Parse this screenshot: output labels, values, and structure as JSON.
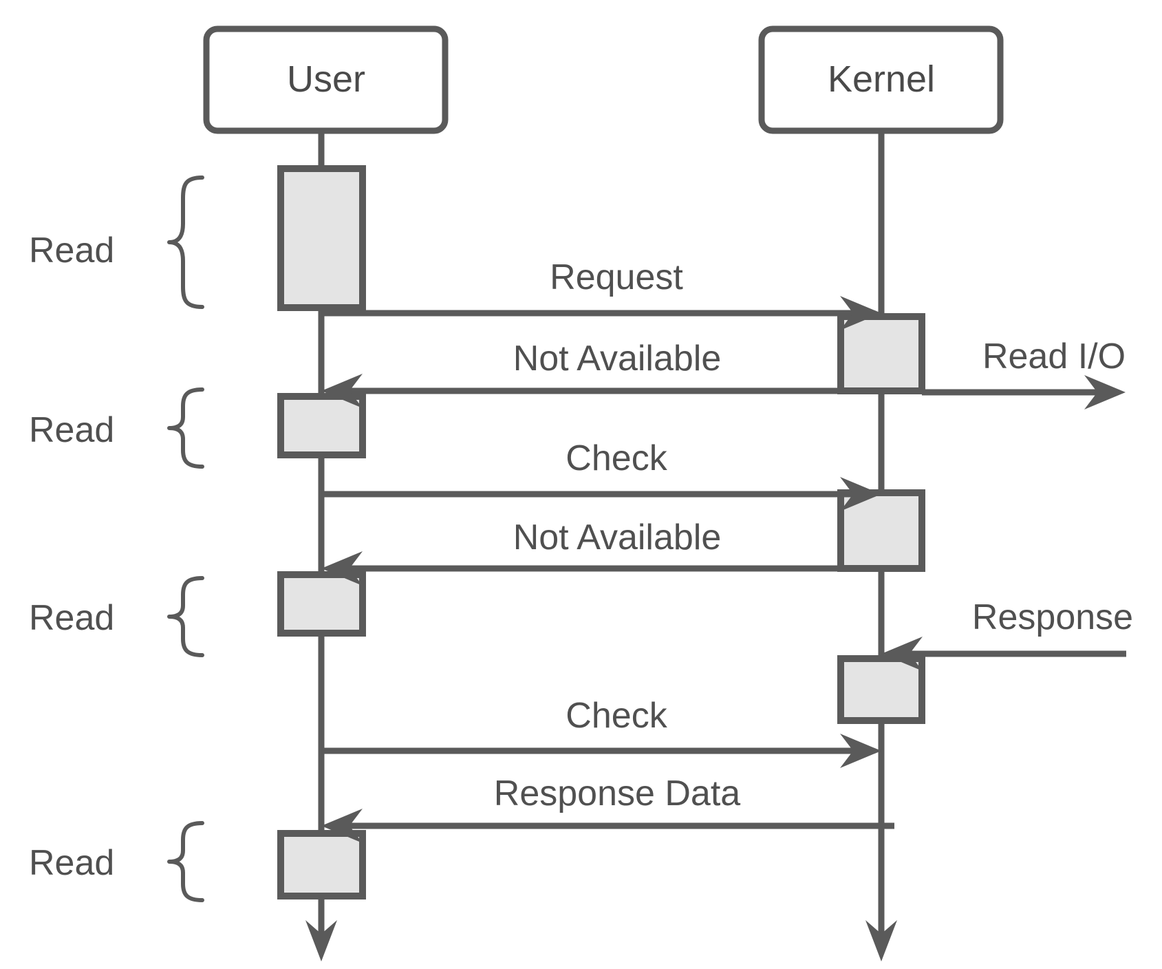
{
  "participants": {
    "user": "User",
    "kernel": "Kernel"
  },
  "messages": {
    "request": "Request",
    "not_available_1": "Not Available",
    "read_io": "Read I/O",
    "check_1": "Check",
    "not_available_2": "Not Available",
    "response": "Response",
    "check_2": "Check",
    "response_data": "Response Data"
  },
  "phases": [
    "Read",
    "Read",
    "Read",
    "Read"
  ],
  "colors": {
    "stroke": "#5a5a5a",
    "activation_fill": "#e4e4e4",
    "text": "#505050"
  }
}
